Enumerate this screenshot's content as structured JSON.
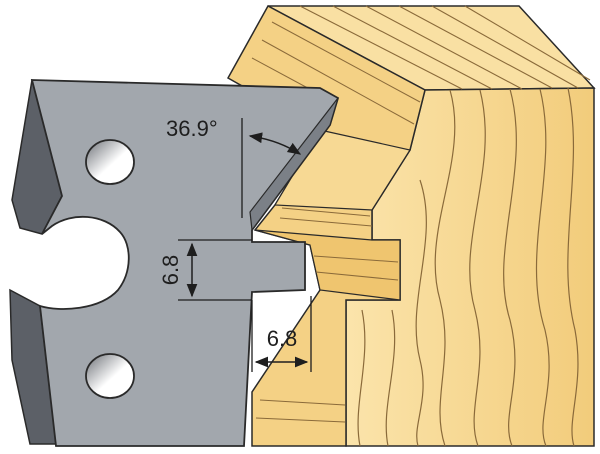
{
  "diagram": {
    "angle_label": "36.9°",
    "groove_depth_label": "6.8",
    "groove_width_label": "6.8",
    "colors": {
      "wood_light": "#f8dc9a",
      "wood_mid": "#f0c770",
      "wood_dark": "#e7b659",
      "grain": "#8a6a3a",
      "knife_face": "#a2a7ad",
      "knife_edge": "#5c6067",
      "outline": "#2a2a2a",
      "hole_fill": "#ffffff"
    }
  }
}
